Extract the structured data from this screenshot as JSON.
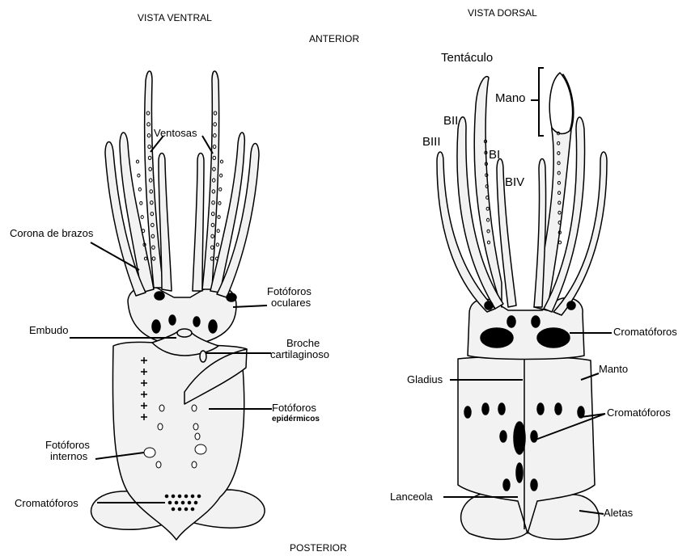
{
  "headings": {
    "ventral": "VISTA VENTRAL",
    "dorsal": "VISTA DORSAL",
    "anterior": "ANTERIOR",
    "posterior": "POSTERIOR"
  },
  "ventral_labels": {
    "ventosas": "Ventosas",
    "corona": "Corona de brazos",
    "embudo": "Embudo",
    "fotoforos_oculares_1": "Fotóforos",
    "fotoforos_oculares_2": "oculares",
    "broche_1": "Broche",
    "broche_2": "cartilaginoso",
    "fotoforos_epidermicos_1": "Fotóforos",
    "fotoforos_epidermicos_2": "epidérmicos",
    "fotoforos_internos_1": "Fotóforos",
    "fotoforos_internos_2": "internos",
    "cromatoforos": "Cromatóforos"
  },
  "dorsal_labels": {
    "tentaculo": "Tentáculo",
    "mano": "Mano",
    "bii": "BII",
    "biii": "BIII",
    "bi": "BI",
    "biv": "BIV",
    "cromatoforos_top": "Cromatóforos",
    "gladius": "Gladius",
    "manto": "Manto",
    "cromatoforos_mid": "Cromatóforos",
    "lanceola": "Lanceola",
    "aletas": "Aletas"
  },
  "colors": {
    "body_fill": "#f2f2f2",
    "stroke": "#000000",
    "spot": "#000000"
  }
}
